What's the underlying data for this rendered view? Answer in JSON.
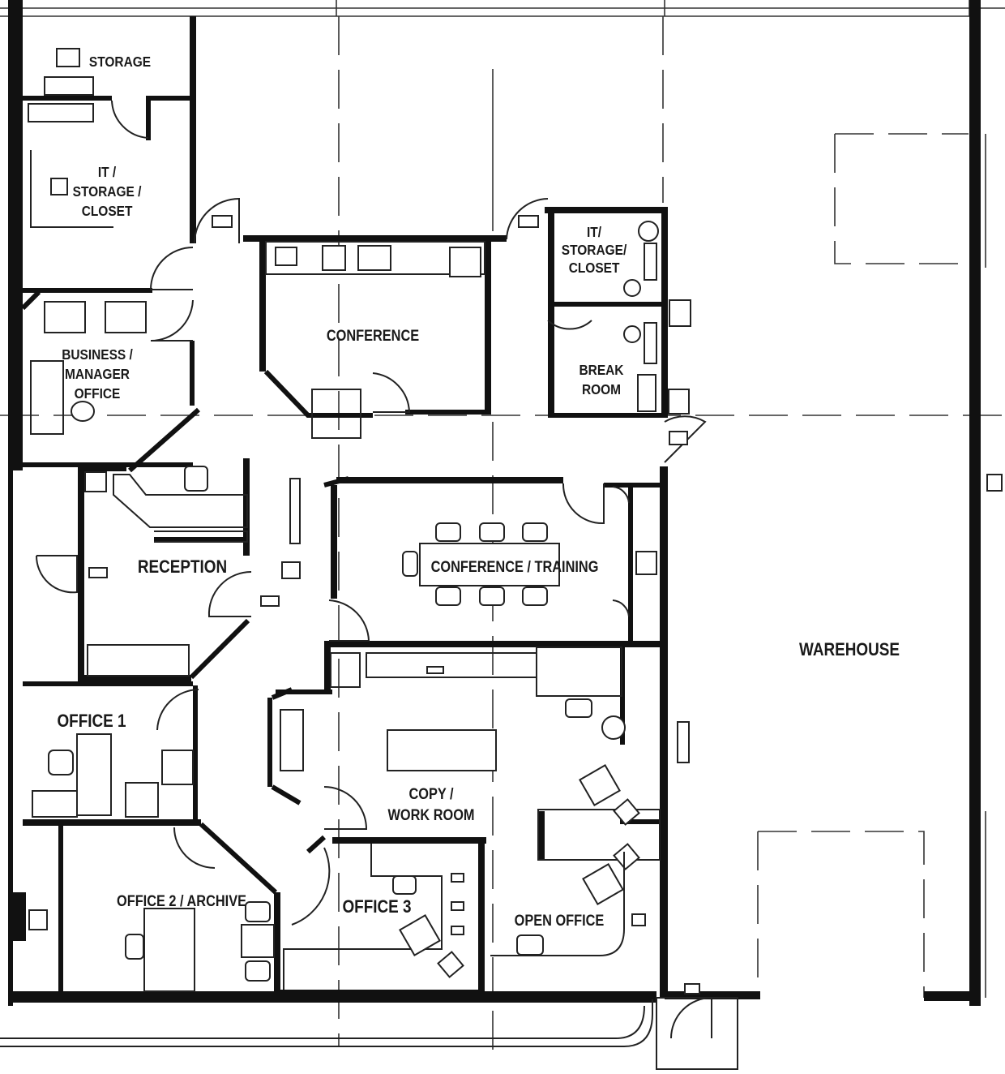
{
  "plan": {
    "rooms": [
      {
        "id": "storage",
        "lines": [
          "STORAGE"
        ]
      },
      {
        "id": "it-storage-closet-west",
        "lines": [
          "IT /",
          "STORAGE /",
          "CLOSET"
        ]
      },
      {
        "id": "business-manager-office",
        "lines": [
          "BUSINESS /",
          "MANAGER",
          "OFFICE"
        ]
      },
      {
        "id": "conference",
        "lines": [
          "CONFERENCE"
        ]
      },
      {
        "id": "it-storage-closet-east",
        "lines": [
          "IT/",
          "STORAGE/",
          "CLOSET"
        ]
      },
      {
        "id": "break-room",
        "lines": [
          "BREAK",
          "ROOM"
        ]
      },
      {
        "id": "reception",
        "lines": [
          "RECEPTION"
        ]
      },
      {
        "id": "conference-training",
        "lines": [
          "CONFERENCE / TRAINING"
        ]
      },
      {
        "id": "warehouse",
        "lines": [
          "WAREHOUSE"
        ]
      },
      {
        "id": "office-1",
        "lines": [
          "OFFICE 1"
        ]
      },
      {
        "id": "copy-work-room",
        "lines": [
          "COPY /",
          "WORK ROOM"
        ]
      },
      {
        "id": "office-2-archive",
        "lines": [
          "OFFICE 2 / ARCHIVE"
        ]
      },
      {
        "id": "office-3",
        "lines": [
          "OFFICE 3"
        ]
      },
      {
        "id": "open-office",
        "lines": [
          "OPEN OFFICE"
        ]
      }
    ]
  }
}
